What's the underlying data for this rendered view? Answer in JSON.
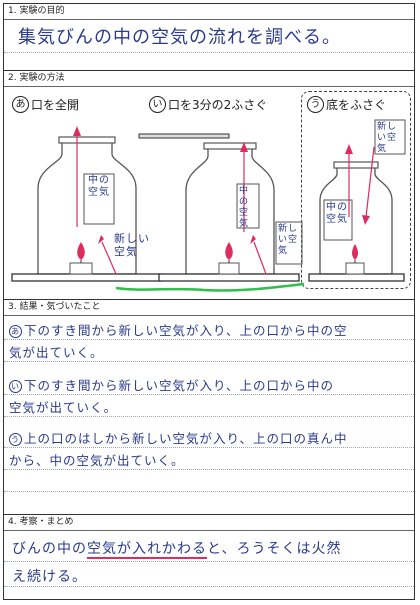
{
  "sections": {
    "s1_title": "1. 実験の目的",
    "s2_title": "2. 実験の方法",
    "s3_title": "3. 結果・気づいたこと",
    "s4_title": "4. 考察・まとめ"
  },
  "purpose": "集気びんの中の空気の流れを調べる。",
  "methods": [
    {
      "mark": "あ",
      "label": "口を全開"
    },
    {
      "mark": "い",
      "label": "口を3分の2ふさぐ"
    },
    {
      "mark": "う",
      "label": "底をふさぐ"
    }
  ],
  "diagram_notes": {
    "a_inner": "中の空気",
    "a_new": "新しい空気",
    "b_inner": "中の空気",
    "b_new": "新しい空気",
    "c_new": "新しい空気",
    "c_inner": "中の空気"
  },
  "results": [
    {
      "mark": "あ",
      "line1": "下のすき間から新しい空気が入り、上の口から中の空",
      "line2": "気が出ていく。"
    },
    {
      "mark": "い",
      "line1": "下のすき間から新しい空気が入り、上の口から中の",
      "line2": "空気が出ていく。"
    },
    {
      "mark": "う",
      "line1": "上の口のはしから新しい空気が入り、上の口の真ん中",
      "line2": "から、中の空気が出ていく。"
    }
  ],
  "conclusion": {
    "line1_pre": "びんの中の",
    "line1_underlined": "空気が入れかわる",
    "line1_post": "と、ろうそくは火然",
    "line2": "え続ける。"
  },
  "colors": {
    "ink": "#2b3a8c",
    "arrow": "#e02b5e",
    "tube": "#2fbf4a"
  }
}
